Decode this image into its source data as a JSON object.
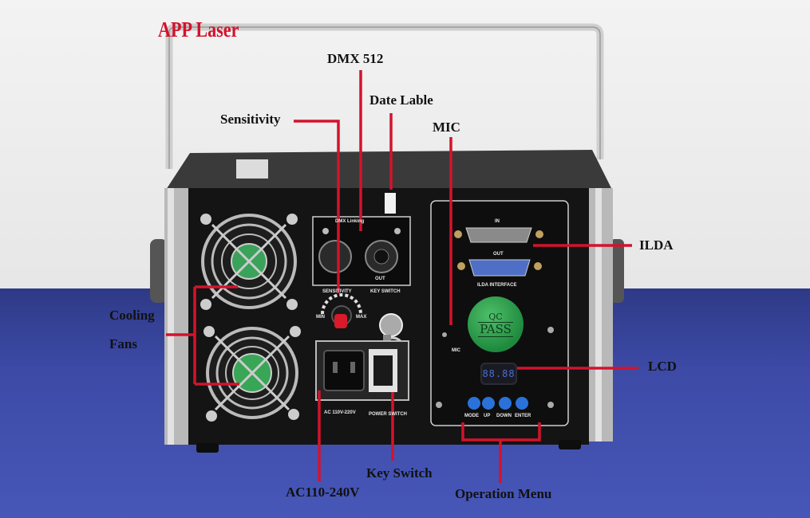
{
  "brand": "APP Laser",
  "callouts": {
    "dmx": "DMX 512",
    "date_label": "Date Lable",
    "sensitivity": "Sensitivity",
    "mic": "MIC",
    "ilda": "ILDA",
    "cooling": "Cooling",
    "fans": "Fans",
    "lcd": "LCD",
    "key_switch": "Key Switch",
    "ac": "AC110-240V",
    "operation_menu": "Operation Menu"
  },
  "panel": {
    "dmx_linking": "DMX Linking",
    "out": "OUT",
    "sensitivity": "SENSITIVITY",
    "min": "MIN",
    "max": "MAX",
    "key_switch": "KEY SWITCH",
    "ac_rating": "AC 110V-220V",
    "power_switch": "POWER SWITCH",
    "ilda_in": "IN",
    "ilda_out": "OUT",
    "ilda_interface": "ILDA INTERFACE",
    "mic": "MIC",
    "qc_top": "QC",
    "qc_bottom": "PASS",
    "lcd_value": "88.88",
    "buttons": [
      "MODE",
      "UP",
      "DOWN",
      "ENTER"
    ]
  },
  "colors": {
    "callout_line": "#d3132c",
    "chassis": "#141414",
    "table": "#3d4aa6",
    "button": "#2a72d8",
    "qc_sticker": "#2a9a4a"
  }
}
